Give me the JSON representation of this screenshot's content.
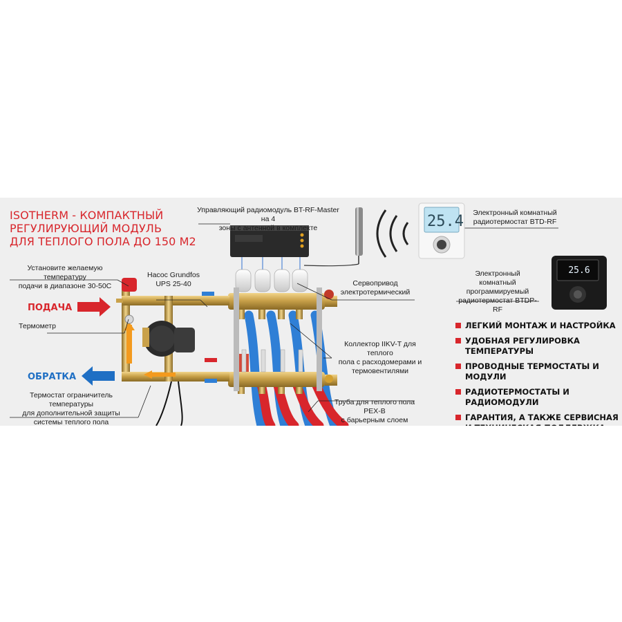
{
  "title_lines": [
    "ISOTHERM - КОМПАКТНЫЙ",
    "РЕГУЛИРУЮЩИЙ МОДУЛЬ",
    "ДЛЯ ТЕПЛОГО ПОЛА ДО 150 М2"
  ],
  "colors": {
    "accent_red": "#d8262c",
    "supply_red": "#d8262c",
    "return_blue": "#1f6fc4",
    "pipe_blue": "#2f7fd6",
    "brass": "#c9a14a"
  },
  "flow": {
    "supply": "ПОДАЧА",
    "return": "ОБРАТКА"
  },
  "captions": {
    "temp_set": [
      "Установите желаемую температуру",
      "подачи в диапазоне 30-50С"
    ],
    "thermometer": "Термометр",
    "pump": [
      "Насос Grundfos",
      "UPS 25-40"
    ],
    "radio_module": [
      "Управляющий радиомодуль BT-RF-Master на 4",
      "зоны с антенной в комплекте"
    ],
    "servo": [
      "Сервопривод",
      "электротермический"
    ],
    "collector": [
      "Коллектор IIKV-T для теплого",
      "пола с расходомерами и",
      "термовентилями"
    ],
    "limiter": [
      "Термостат ограничитель температуры",
      "для дополнительной защиты",
      "системы теплого пола"
    ],
    "pipe": [
      "Труба для теплого пола PEX-B",
      "с барьерным слоем"
    ],
    "thermo_rf": [
      "Электронный комнатный",
      "радиотермостат BTD-RF"
    ],
    "thermo_prog": [
      "Электронный комнатный",
      "программируемый",
      "радиотермостат BTDP-RF"
    ]
  },
  "displays": {
    "btd_reading": "25.4",
    "btdp_reading": "25.6"
  },
  "features": [
    "ЛЕГКИЙ МОНТАЖ И НАСТРОЙКА",
    "УДОБНАЯ РЕГУЛИРОВКА ТЕМПЕРАТУРЫ",
    "ПРОВОДНЫЕ ТЕРМОСТАТЫ И МОДУЛИ",
    "РАДИОТЕРМОСТАТЫ И РАДИОМОДУЛИ",
    "ГАРАНТИЯ, А ТАКЖЕ СЕРВИСНАЯ И ТЕХНИЧЕСКАЯ ПОДДЕРЖКА ПРОИЗВОДИТЕЛЯ"
  ],
  "icons": [
    "antenna-icon",
    "radio-waves-icon",
    "supply-arrow-icon",
    "return-arrow-icon",
    "thermometer-icon",
    "pump-icon"
  ]
}
